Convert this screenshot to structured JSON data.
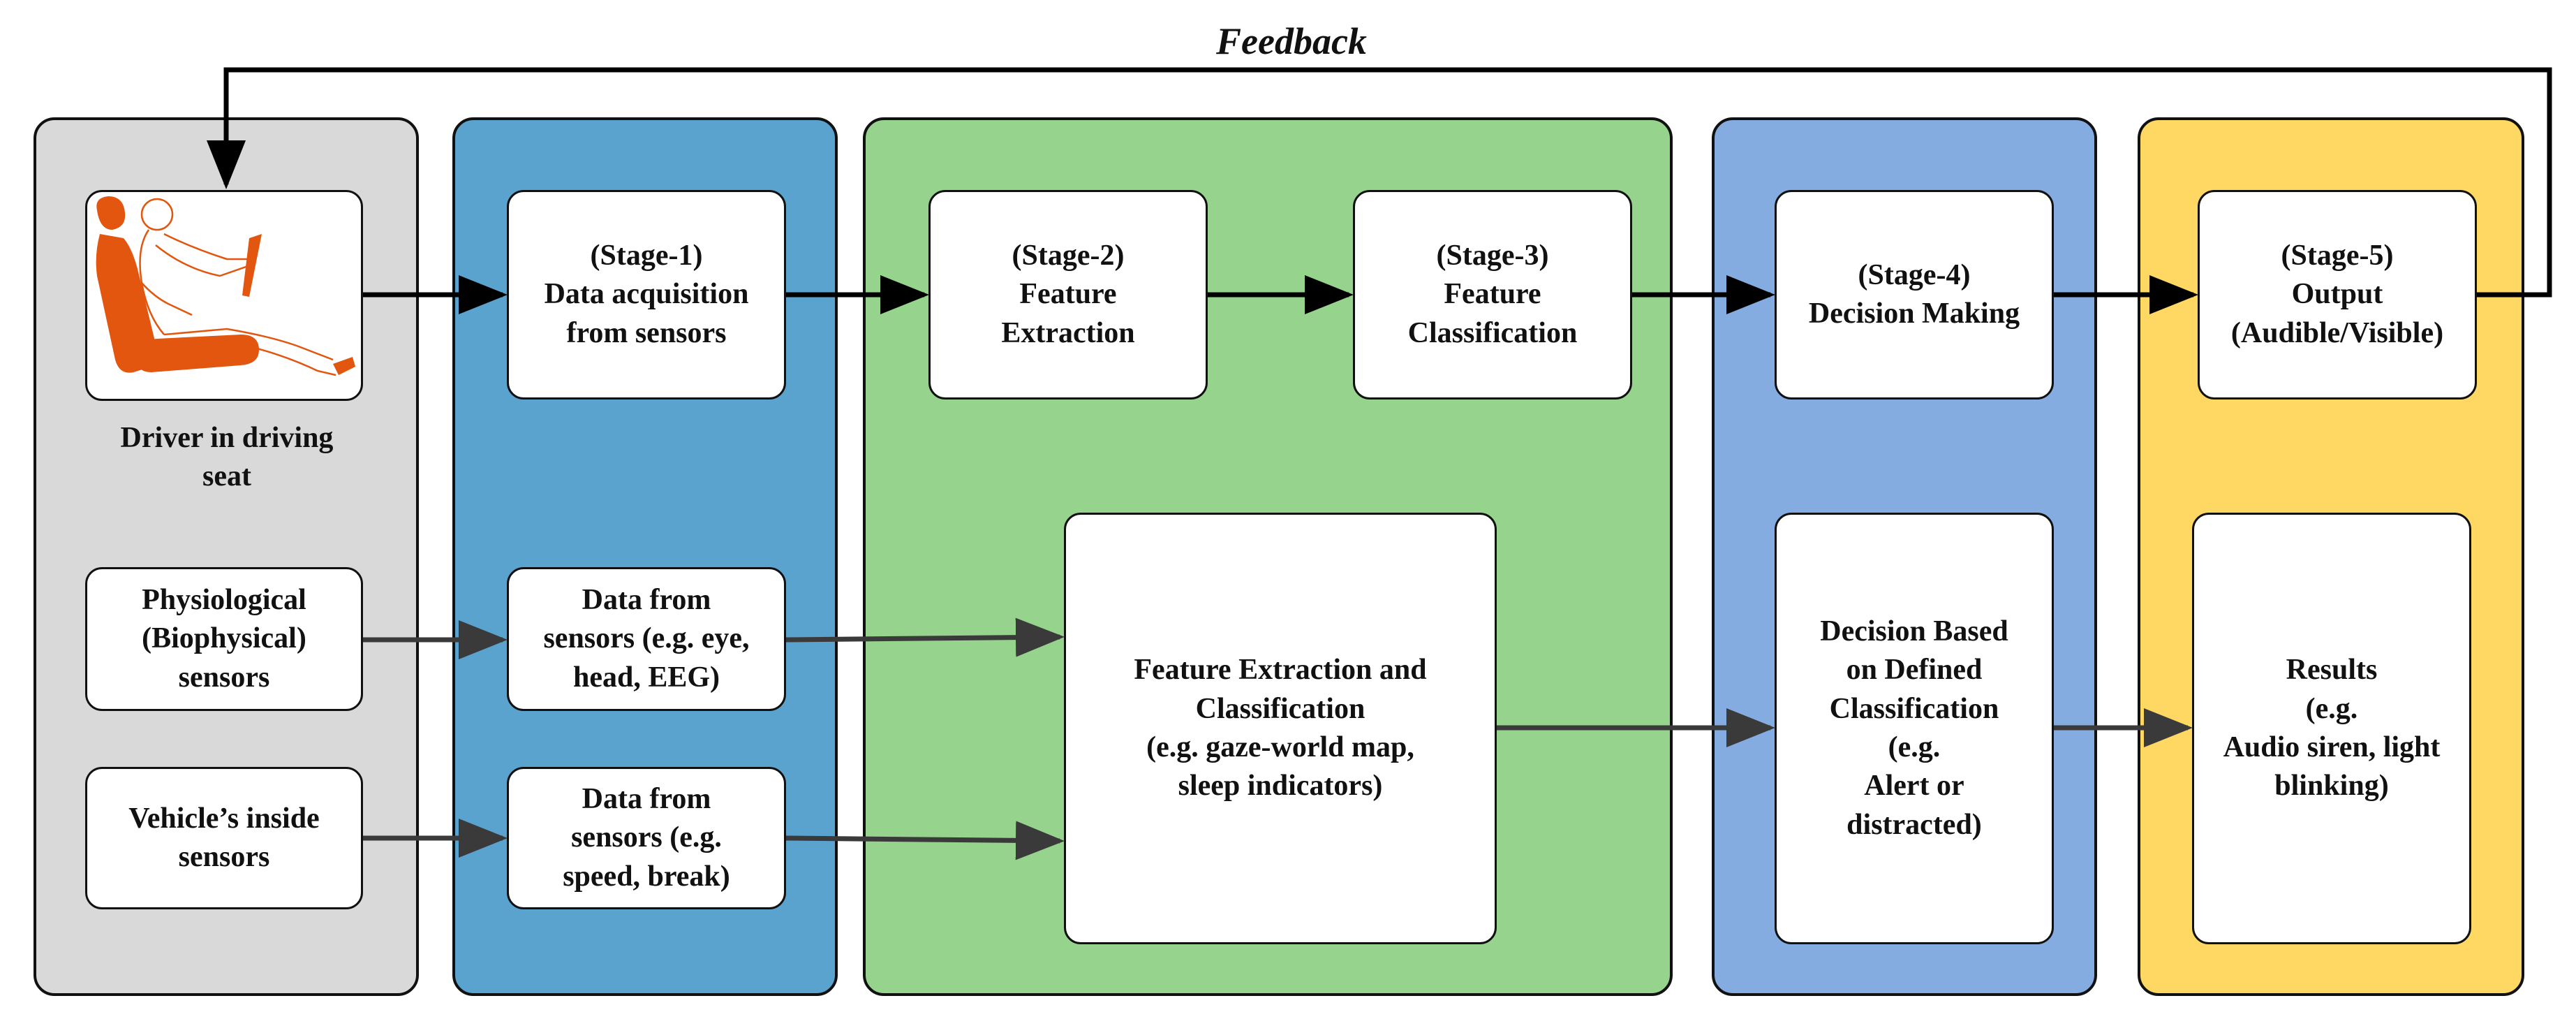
{
  "feedback": "Feedback",
  "colors": {
    "driver_panel": "#d9d9d9",
    "stage1_panel": "#5ba3cf",
    "stage23_panel": "#96d38d",
    "stage4_panel": "#84ace0",
    "stage5_panel": "#fed862",
    "driver_figure": "#e2560f"
  },
  "driver": {
    "label": "Driver in driving\nseat",
    "sensors": [
      "Physiological\n(Biophysical)\nsensors",
      "Vehicle’s inside\nsensors"
    ]
  },
  "stages": {
    "s1": "(Stage-1)\nData acquisition\nfrom sensors",
    "s2": "(Stage-2)\nFeature\nExtraction",
    "s3": "(Stage-3)\nFeature\nClassification",
    "s4": "(Stage-4)\nDecision Making",
    "s5": "(Stage-5)\nOutput\n(Audible/Visible)"
  },
  "details": {
    "data_bio": "Data from\nsensors (e.g. eye,\nhead, EEG)",
    "data_vehicle": "Data from\nsensors (e.g.\nspeed, break)",
    "feature": "Feature Extraction and\nClassification\n(e.g. gaze-world map,\nsleep indicators)",
    "decision": "Decision Based\non Defined\nClassification\n(e.g.\nAlert or\ndistracted)",
    "results": "Results\n(e.g.\nAudio siren, light\nblinking)"
  }
}
